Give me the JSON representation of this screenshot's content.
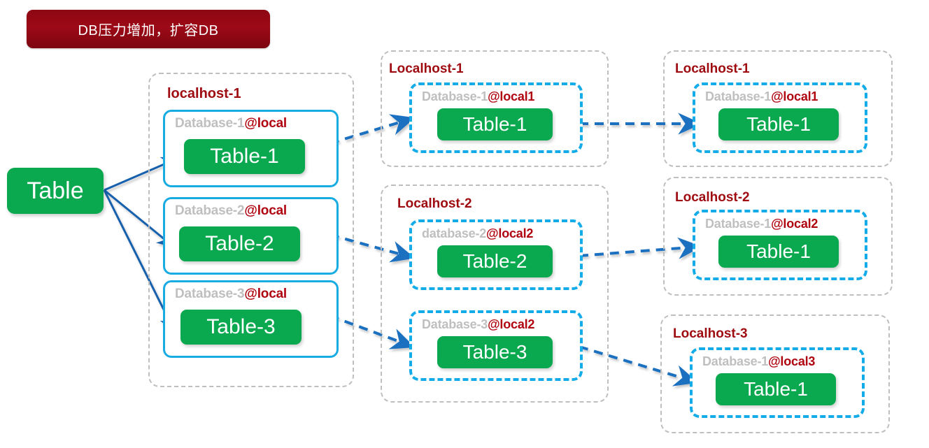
{
  "banner": {
    "text": "DB压力增加，扩容DB",
    "bg": "#8d0712",
    "fg": "#ffffff"
  },
  "colors": {
    "green": "#0aa94f",
    "blue_solid": "#18ace3",
    "blue_dashed": "#14ace8",
    "gray_dash": "#bfbfbf",
    "dark_red": "#9e0b10",
    "arrow_solid": "#1660ad",
    "arrow_dashed": "#1c6fc0",
    "db_label_gray": "#bfbfbf"
  },
  "source": {
    "label": "Table"
  },
  "columns": [
    {
      "name": "before",
      "groups": [
        {
          "host": "localhost-1",
          "style": "solid",
          "databases": [
            {
              "name": "Database-1",
              "at": "@local",
              "table": "Table-1"
            },
            {
              "name": "Database-2",
              "at": "@local",
              "table": "Table-2"
            },
            {
              "name": "Database-3",
              "at": "@local",
              "table": "Table-3"
            }
          ]
        }
      ]
    },
    {
      "name": "middle",
      "groups": [
        {
          "host": "Localhost-1",
          "style": "dashed",
          "databases": [
            {
              "name": "Database-1",
              "at": "@local1",
              "table": "Table-1"
            }
          ]
        },
        {
          "host": "Localhost-2",
          "style": "dashed",
          "databases": [
            {
              "name": "database-2",
              "at": "@local2",
              "table": "Table-2"
            },
            {
              "name": "Database-3",
              "at": "@local2",
              "table": "Table-3"
            }
          ]
        }
      ]
    },
    {
      "name": "after",
      "groups": [
        {
          "host": "Localhost-1",
          "style": "dashed",
          "databases": [
            {
              "name": "Database-1",
              "at": "@local1",
              "table": "Table-1"
            }
          ]
        },
        {
          "host": "Localhost-2",
          "style": "dashed",
          "databases": [
            {
              "name": "Database-1",
              "at": "@local2",
              "table": "Table-1"
            }
          ]
        },
        {
          "host": "Localhost-3",
          "style": "dashed",
          "databases": [
            {
              "name": "Database-1",
              "at": "@local3",
              "table": "Table-1"
            }
          ]
        }
      ]
    }
  ]
}
